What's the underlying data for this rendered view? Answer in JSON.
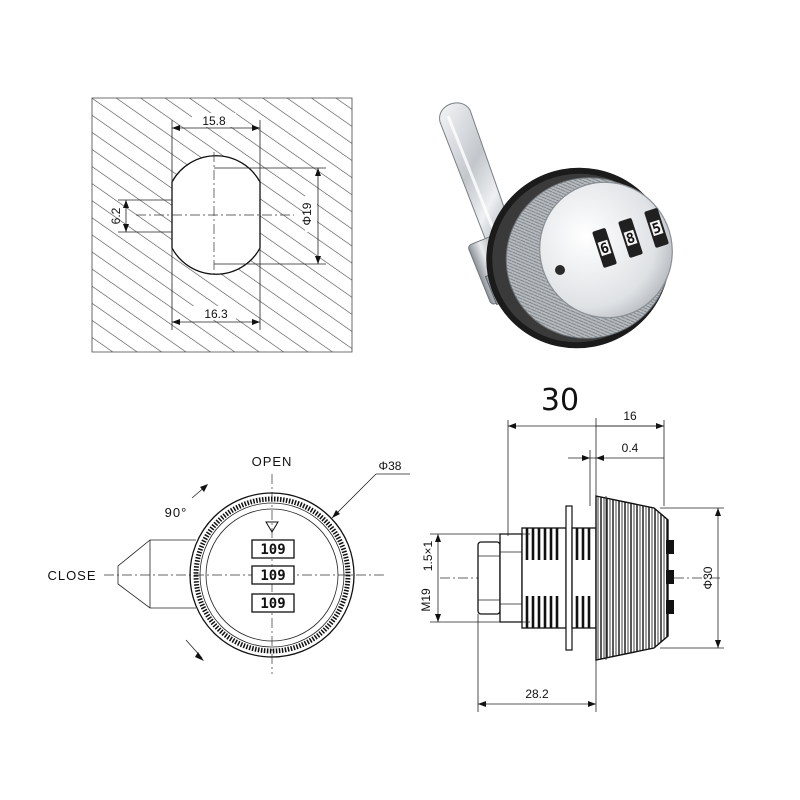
{
  "cutout": {
    "top_width": "15.8",
    "flat_height": "6.2",
    "diameter": "Φ19",
    "bottom_width": "16.3"
  },
  "front_view": {
    "open_label": "OPEN",
    "close_label": "CLOSE",
    "angle": "90°",
    "diameter": "Φ38",
    "wheels": [
      "109",
      "109",
      "109"
    ]
  },
  "side_view": {
    "overall": "30",
    "body_length": "16",
    "gap": "0.4",
    "thread": "M19",
    "thread_sub": "1.5×1",
    "diameter": "Φ30",
    "length": "28.2"
  },
  "photo": {
    "wheels": [
      "6",
      "8",
      "5"
    ]
  },
  "colors": {
    "line": "#111111",
    "hatch": "#555555",
    "chrome": "#c9ccd1"
  }
}
